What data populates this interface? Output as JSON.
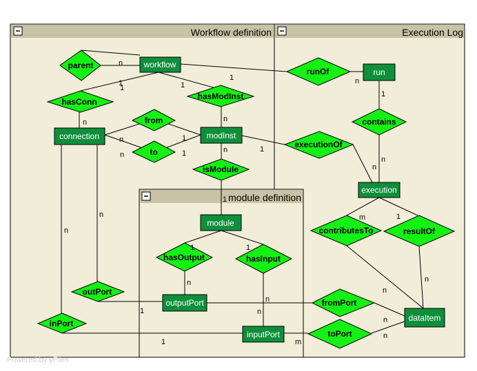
{
  "groups": {
    "workflow_definition": "Workflow definition",
    "execution_log": "Execution Log",
    "module_definition": "module definition"
  },
  "entities": {
    "workflow": "workflow",
    "connection": "connection",
    "modInst": "modInst",
    "run": "run",
    "execution": "execution",
    "module": "module",
    "outputPort": "outputPort",
    "inputPort": "inputPort",
    "dataItem": "dataItem"
  },
  "relationships": {
    "parent": "parent",
    "hasConn": "hasConn",
    "hasModInst": "hasModInst",
    "from": "from",
    "to": "to",
    "isModule": "isModule",
    "runOf": "runOf",
    "contains": "contains",
    "executionOf": "executionOf",
    "contributesTo": "contributesTo",
    "resultOf": "resultOf",
    "hasOutput": "hasOutput",
    "hasInput": "hasInput",
    "outPort": "outPort",
    "inPort": "inPort",
    "fromPort": "fromPort",
    "toPort": "toPort"
  },
  "cardinalities": {
    "parent_n": "n",
    "parent_1": "1",
    "hasconn_1": "1",
    "hasconn_n": "n",
    "hasmodinst_1": "1",
    "hasmodinst_n": "n",
    "runof_1": "1",
    "runof_n": "n",
    "from_n": "n",
    "from_1": "1",
    "to_n": "n",
    "to_1": "1",
    "executionof_1": "1",
    "executionof_n": "n",
    "contains_1": "1",
    "contains_n": "n",
    "ismodule_n": "n",
    "ismodule_1": "1",
    "contributes_m": "m",
    "contributes_n": "n",
    "resultof_1": "1",
    "resultof_n": "n",
    "hasoutput_1": "1",
    "hasoutput_n": "n",
    "hasinput_1": "1",
    "hasinput_n": "n",
    "outport_n": "n",
    "outport_1": "1",
    "inport_n": "n",
    "inport_1": "1",
    "fromport_n1": "n",
    "fromport_n2": "n",
    "toport_m": "m",
    "toport_n": "n"
  },
  "watermark": "Powered by yFiles"
}
